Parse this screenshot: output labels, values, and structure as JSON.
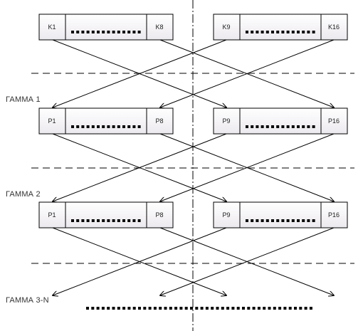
{
  "blocks": [
    {
      "left": "K1",
      "right": "K8"
    },
    {
      "left": "K9",
      "right": "K16"
    },
    {
      "left": "P1",
      "right": "P8"
    },
    {
      "left": "P9",
      "right": "P16"
    },
    {
      "left": "P1",
      "right": "P8"
    },
    {
      "left": "P9",
      "right": "P16"
    }
  ],
  "gamma_labels": [
    "ГАММА 1",
    "ГАММА 2",
    "ГАММА 3-N"
  ]
}
